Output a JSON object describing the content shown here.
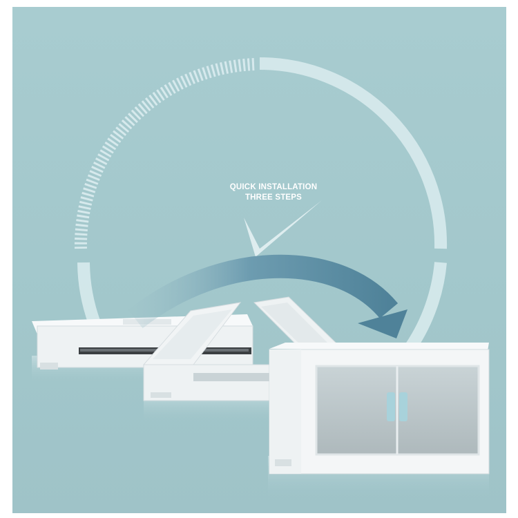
{
  "heading": {
    "line1": "QUICK INSTALLATION",
    "line2": "THREE STEPS"
  },
  "colors": {
    "background": "#a4c8cc",
    "arc": "#dbecef",
    "arrow": "#5c8ea2",
    "box_body": "#f4f6f7",
    "door_handle": "#a8d2db"
  },
  "icons": [
    "circular-progress-arc",
    "check-mark-icon",
    "curved-arrow-icon"
  ],
  "steps": [
    "folded-box",
    "half-assembled-box",
    "assembled-storage-box"
  ]
}
